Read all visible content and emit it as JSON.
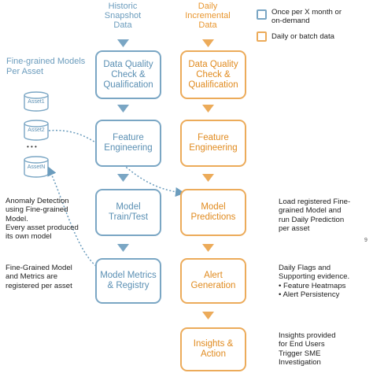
{
  "columns": {
    "historic": "Historic\nSnapshot\nData",
    "daily": "Daily\nIncremental\nData"
  },
  "legend": {
    "blue_label": "Once per X month or\non-demand",
    "orange_label": "Daily or batch data",
    "blue_color": "#7aa6c4",
    "orange_color": "#ecab5a"
  },
  "models_heading": "Fine-grained Models\nPer Asset",
  "assets": [
    "Asset1",
    "Asset2",
    "AssetN"
  ],
  "ellipsis": "• • •",
  "blue_steps": [
    "Data Quality\nCheck &\nQualification",
    "Feature\nEngineering",
    "Model\nTrain/Test",
    "Model Metrics\n& Registry"
  ],
  "orange_steps": [
    "Data Quality\nCheck &\nQualification",
    "Feature\nEngineering",
    "Model\nPredictions",
    "Alert Generation",
    "Insights &\nAction"
  ],
  "left_notes": {
    "anomaly": "Anomaly Detection\nusing Fine-grained\nModel.\nEvery asset produced\nits own model",
    "registered": "Fine-Grained Model\nand Metrics are\nregistered per asset"
  },
  "right_notes": {
    "load": "Load registered Fine-\ngrained Model and\nrun Daily Prediction\nper asset",
    "flags": "Daily Flags and\nSupporting evidence.\n• Feature Heatmaps\n• Alert Persistency",
    "insights": "Insights provided\nfor End Users\nTrigger SME\nInvestigation"
  },
  "page_number": "9"
}
